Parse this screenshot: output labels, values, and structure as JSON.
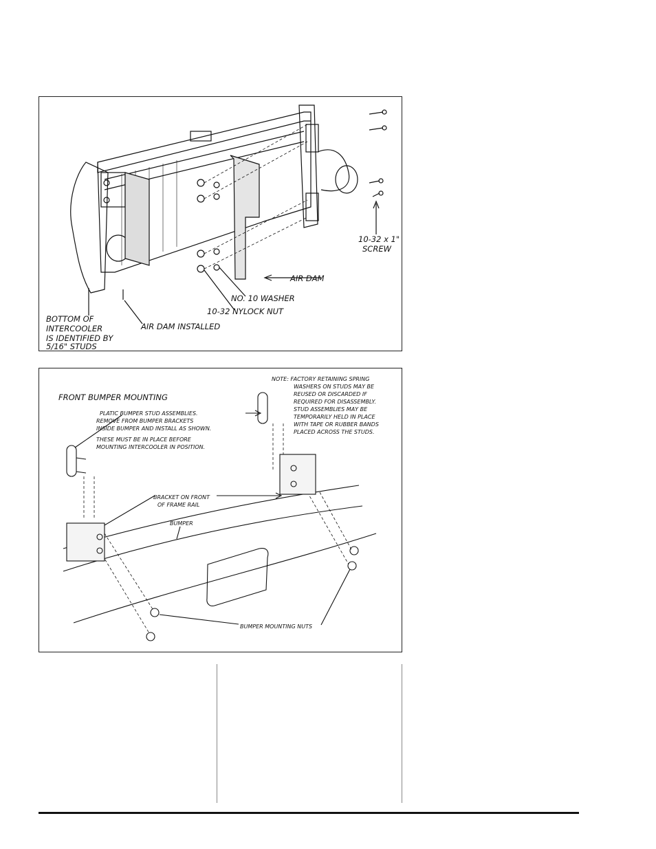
{
  "figure1": {
    "labels": {
      "screw_line1": "10-32 x 1\"",
      "screw_line2": "SCREW",
      "air_dam": "AIR DAM",
      "washer": "NO. 10 WASHER",
      "nut": "10-32 NYLOCK NUT",
      "bottom_line1": "BOTTOM OF",
      "bottom_line2": "INTERCOOLER",
      "bottom_line3": "IS IDENTIFIED BY",
      "bottom_line4": "5/16\" STUDS",
      "air_dam_installed": "AIR DAM INSTALLED"
    }
  },
  "figure2": {
    "labels": {
      "title": "FRONT BUMPER MOUNTING",
      "note_1": "NOTE:  FACTORY RETAINING SPRING",
      "note_2": "WASHERS ON STUDS MAY BE",
      "note_3": "REUSED OR DISCARDED IF",
      "note_4": "REQUIRED FOR DISASSEMBLY.",
      "note_5": "STUD ASSEMBLIES MAY BE",
      "note_6": "TEMPORARILY HELD IN PLACE",
      "note_7": "WITH TAPE OR RUBBER BANDS",
      "note_8": "PLACED ACROSS THE STUDS.",
      "stud_1": "PLATIC BUMPER STUD ASSEMBLIES.",
      "stud_2": "REMOVE FROM BUMPER BRACKETS",
      "stud_3": "INSIDE BUMPER AND INSTALL AS SHOWN.",
      "stud_4": "THESE MUST BE IN PLACE BEFORE",
      "stud_5": "MOUNTING INTERCOOLER IN POSITION.",
      "bracket_1": "BRACKET ON FRONT",
      "bracket_2": "OF FRAME RAIL",
      "bumper": "BUMPER",
      "nuts": "BUMPER MOUNTING NUTS"
    }
  }
}
